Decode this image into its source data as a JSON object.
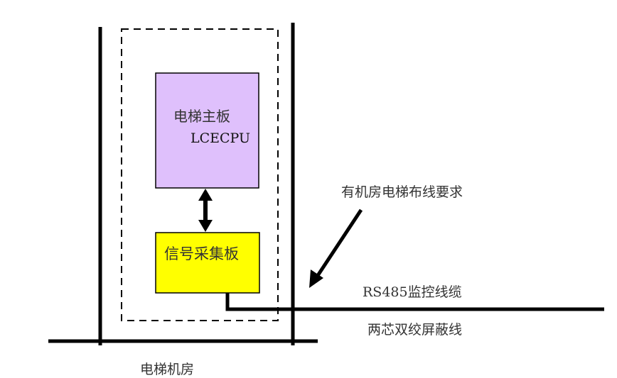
{
  "main_board": {
    "title": "电梯主板",
    "model": "LCECPU",
    "color": "#dfc0fc"
  },
  "signal_board": {
    "title": "信号采集板",
    "color": "#ffff00"
  },
  "annotation": "有机房电梯布线要求",
  "cable": {
    "name": "RS485监控线缆",
    "type": "两芯双绞屏蔽线"
  },
  "room_label": "电梯机房"
}
